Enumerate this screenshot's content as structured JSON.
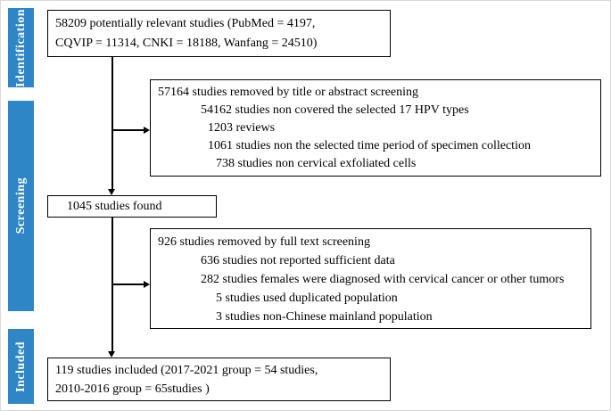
{
  "theme": {
    "sidebar-color": "#2e86c6",
    "border-color": "#000000",
    "text-color": "#000000"
  },
  "sidebar": {
    "identification": "Identification",
    "screening": "Screening",
    "included": "Included"
  },
  "boxes": {
    "identified": {
      "line1": "58209 potentially relevant studies (PubMed = 4197,",
      "line2": "CQVIP = 11314, CNKI = 18188, Wanfang = 24510)"
    },
    "title_abstract_removed": {
      "line1": "57164 studies removed by title or abstract screening",
      "line2": "54162 studies non covered the selected 17 HPV types",
      "line3": "1203 reviews",
      "line4": "1061 studies non the selected time period of specimen collection",
      "line5": "738 studies non cervical exfoliated cells"
    },
    "found": {
      "line1": "1045 studies found"
    },
    "full_text_removed": {
      "line1": "926 studies removed by full text screening",
      "line2": "636 studies not reported sufficient data",
      "line3": "282 studies females were diagnosed with cervical cancer or other tumors",
      "line4": "5 studies used duplicated population",
      "line5": "3 studies non-Chinese mainland population"
    },
    "included": {
      "line1": "119 studies included (2017-2021 group = 54 studies,",
      "line2": "2010-2016 group = 65studies )"
    }
  }
}
